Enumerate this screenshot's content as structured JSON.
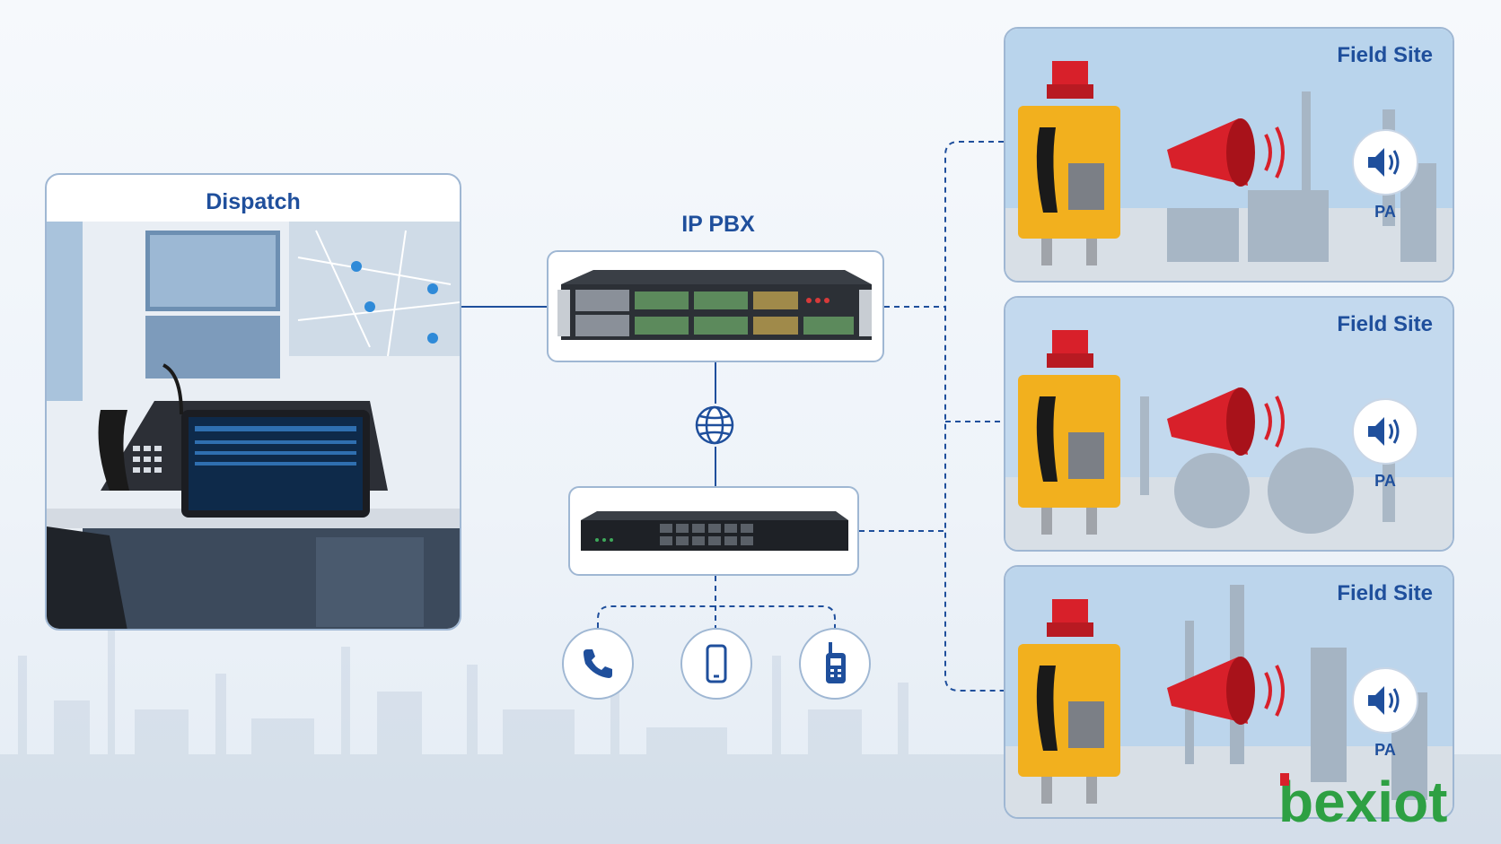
{
  "dispatch": {
    "title": "Dispatch"
  },
  "pbx": {
    "title": "IP PBX"
  },
  "field_sites": [
    {
      "title": "Field Site",
      "pa_label": "PA"
    },
    {
      "title": "Field Site",
      "pa_label": "PA"
    },
    {
      "title": "Field Site",
      "pa_label": "PA"
    }
  ],
  "endpoints": [
    "phone-icon",
    "mobile-icon",
    "radio-icon"
  ],
  "logo": {
    "text": "bexiot"
  },
  "colors": {
    "accent": "#1f4f9c",
    "panel_border": "#9fb7d3",
    "phone_yellow": "#f2b01e",
    "beacon_red": "#d8202a",
    "logo_green": "#2ea043"
  }
}
